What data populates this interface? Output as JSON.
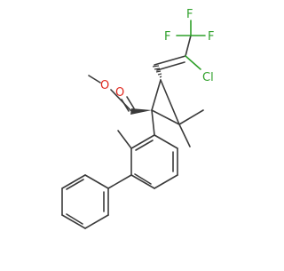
{
  "molecule": {
    "atom_labels": {
      "carbonyl_oxygen": "O",
      "ester_oxygen": "O",
      "fluorine_top": "F",
      "fluorine_left": "F",
      "fluorine_right": "F",
      "chlorine": "Cl"
    },
    "colors": {
      "bond": "#3a3a3a",
      "oxygen": "#e0281e",
      "fluorine": "#2fa02a",
      "chlorine": "#2fa02a"
    }
  }
}
